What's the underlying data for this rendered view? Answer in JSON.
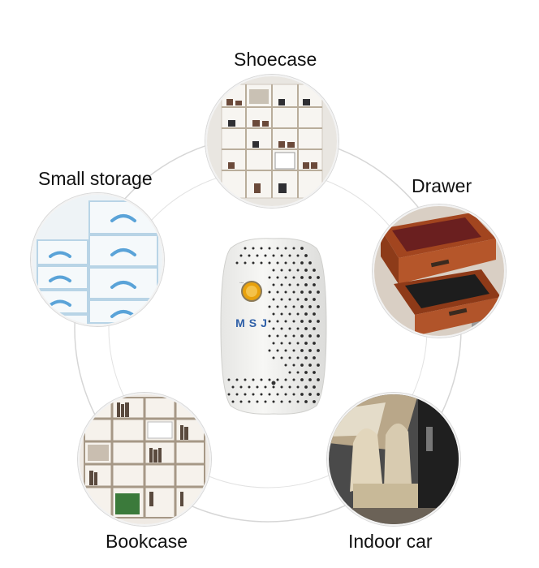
{
  "labels": {
    "shoecase": "Shoecase",
    "small_storage": "Small storage",
    "drawer": "Drawer",
    "bookcase": "Bookcase",
    "indoor_car": "Indoor car"
  },
  "device": {
    "brand": "MSJ",
    "body_color": "#f4f4f2",
    "indicator_color": "#e8a10c"
  },
  "colors": {
    "ring": "#d6d6d6",
    "label_text": "#111111"
  }
}
